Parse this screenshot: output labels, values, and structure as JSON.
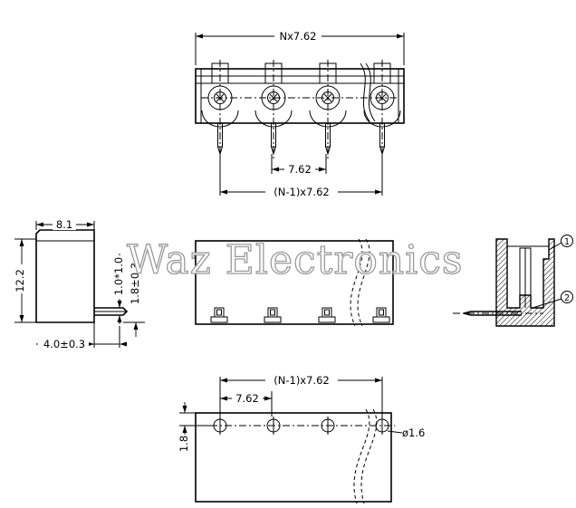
{
  "watermark": "Waz Electronics",
  "top_view": {
    "dim_overall": "Nx7.62",
    "dim_pitch": "7.62",
    "dim_span": "(N-1)x7.62",
    "pin_count": 4
  },
  "side_view": {
    "dim_width": "8.1",
    "dim_height": "12.2",
    "dim_pin_offset": "4.0±0.3",
    "dim_pin_width": "1.0*1.0",
    "dim_pin_height": "1.8±0.3"
  },
  "section_view": {
    "callout_1": "1",
    "callout_2": "2"
  },
  "footprint_view": {
    "dim_span": "(N-1)x7.62",
    "dim_pitch": "7.62",
    "dim_edge": "1.8",
    "dim_hole": "ø1.6",
    "hole_count": 4
  }
}
